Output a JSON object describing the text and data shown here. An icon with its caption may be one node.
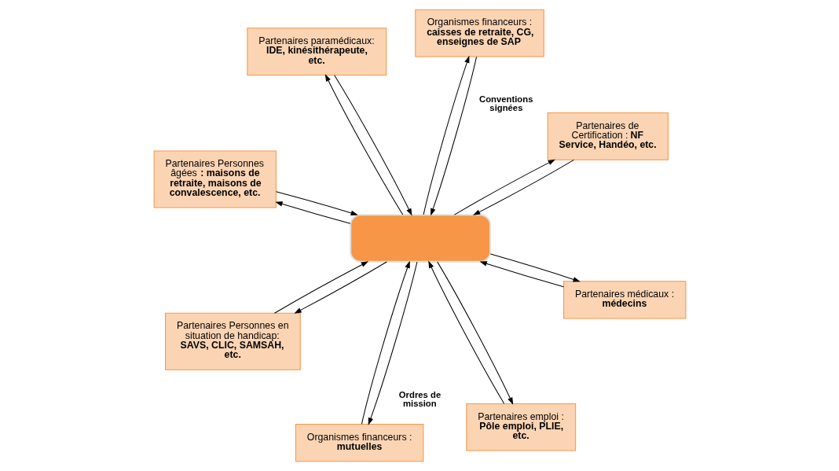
{
  "diagram": {
    "nodes": [
      {
        "text": [
          "Partenaires Personnes âgées **: maisons de retraite, maisons de convalescence, etc.**"
        ]
      },
      {
        "text": [
          "Partenaires de Certification : **NF Service, Handéo, etc.**"
        ]
      },
      {
        "text": [
          "Partenaires emploi : **Pôle emploi, PLIE, etc.**"
        ]
      },
      {
        "text": [
          "Organismes financeurs : **caisses de retraite, CG, enseignes de SAP**"
        ]
      },
      {
        "text": [],
        "shape": "box"
      },
      {
        "text": [
          "Partenaires paramédicaux: **IDE, kinésithérapeute, etc.**"
        ]
      },
      {
        "text": [
          "Partenaires Personnes en situation de handicap: **SAVS, CLIC, SAMSAH, etc.**"
        ]
      },
      {
        "text": [
          "Partenaires médicaux : **médecins**"
        ]
      },
      {
        "text": [
          "Organismes financeurs : **mutuelles**"
        ]
      }
    ],
    "edges": [
      {
        "from": 0,
        "to": 4,
        "arrow": "to"
      },
      {
        "from": 4,
        "to": 0,
        "arrow": "to"
      },
      {
        "from": 1,
        "to": 4,
        "arrow": "to"
      },
      {
        "from": 4,
        "to": 1,
        "arrow": "to"
      },
      {
        "from": 4,
        "to": 2,
        "arrow": "to"
      },
      {
        "from": 2,
        "to": 4,
        "arrow": "to"
      },
      {
        "from": 3,
        "to": 4,
        "arrow": "to",
        "label": "Conventions signées"
      },
      {
        "from": 4,
        "to": 3,
        "arrow": "to"
      },
      {
        "from": 4,
        "to": 5,
        "arrow": "to"
      },
      {
        "from": 5,
        "to": 4,
        "arrow": "to"
      },
      {
        "from": 4,
        "to": 6,
        "arrow": "to"
      },
      {
        "from": 6,
        "to": 4,
        "arrow": "to"
      },
      {
        "from": 4,
        "to": 7,
        "arrow": "to"
      },
      {
        "from": 7,
        "to": 4,
        "arrow": "to"
      },
      {
        "from": 8,
        "to": 4,
        "arrow": "to"
      },
      {
        "from": 4,
        "to": 8,
        "arrow": "to",
        "label": "Ordres de mission"
      }
    ]
  }
}
